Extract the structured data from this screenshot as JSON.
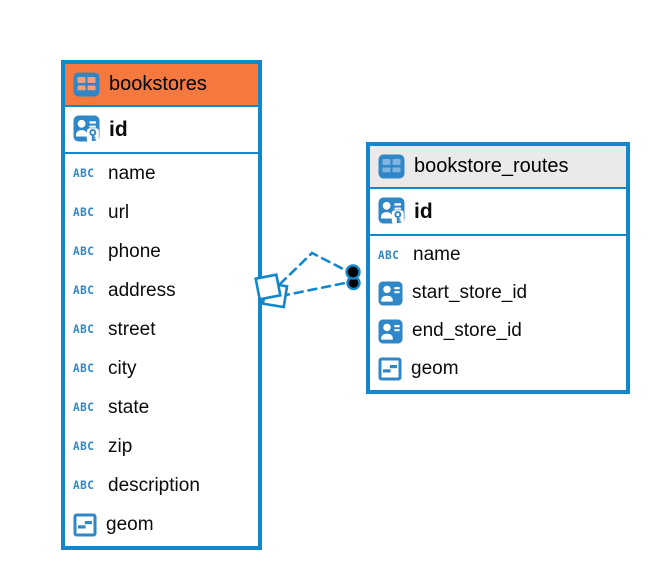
{
  "diagram": {
    "type": "entity-relationship",
    "colors": {
      "accent": "#1287cb",
      "icon_blue": "#3087c8",
      "bookstores_header_bg": "#f5793f",
      "routes_header_bg": "#eaeaea",
      "bookstores_icon_cells": "#f3a07a",
      "routes_icon_cells": "#7fb5de"
    },
    "icons": {
      "text_icon_label": "ABC",
      "table_icon": "table-grid",
      "primary_key_icon": "person-with-key",
      "foreign_key_icon": "person-badge",
      "geometry_icon": "geometry-square"
    },
    "tables": [
      {
        "name": "bookstores",
        "header_bg": "#f5793f",
        "icon_cells": "#f3a07a",
        "columns": [
          {
            "name": "id",
            "kind": "pk"
          },
          {
            "name": "name",
            "kind": "text"
          },
          {
            "name": "url",
            "kind": "text"
          },
          {
            "name": "phone",
            "kind": "text"
          },
          {
            "name": "address",
            "kind": "text"
          },
          {
            "name": "street",
            "kind": "text"
          },
          {
            "name": "city",
            "kind": "text"
          },
          {
            "name": "state",
            "kind": "text"
          },
          {
            "name": "zip",
            "kind": "text"
          },
          {
            "name": "description",
            "kind": "text"
          },
          {
            "name": "geom",
            "kind": "geometry"
          }
        ]
      },
      {
        "name": "bookstore_routes",
        "header_bg": "#eaeaea",
        "icon_cells": "#7fb5de",
        "columns": [
          {
            "name": "id",
            "kind": "pk"
          },
          {
            "name": "name",
            "kind": "text"
          },
          {
            "name": "start_store_id",
            "kind": "fk"
          },
          {
            "name": "end_store_id",
            "kind": "fk"
          },
          {
            "name": "geom",
            "kind": "geometry"
          }
        ]
      }
    ],
    "relationships": [
      {
        "from_table": "bookstore_routes",
        "from_column": "start_store_id",
        "to_table": "bookstores",
        "to_column": "id",
        "line_style": "dashed"
      },
      {
        "from_table": "bookstore_routes",
        "from_column": "end_store_id",
        "to_table": "bookstores",
        "to_column": "id",
        "line_style": "dashed"
      }
    ]
  }
}
